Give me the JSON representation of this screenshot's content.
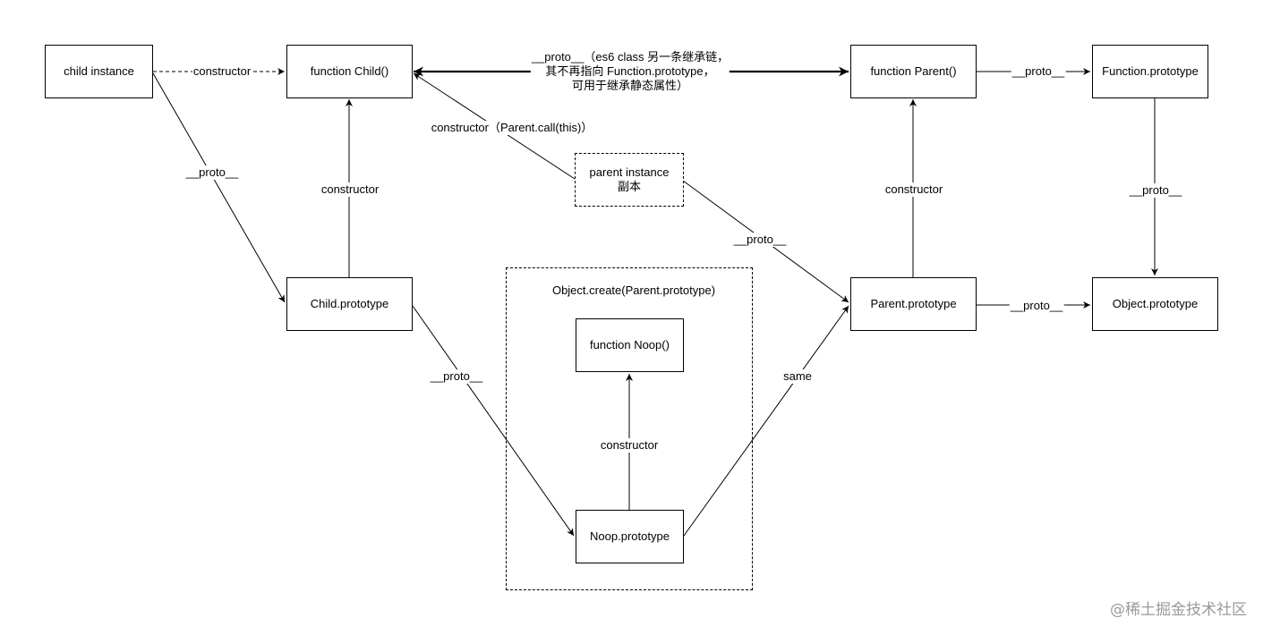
{
  "nodes": {
    "child_instance": "child instance",
    "function_child": "function Child()",
    "function_parent": "function Parent()",
    "function_prototype": "Function.prototype",
    "parent_instance_line1": "parent instance",
    "parent_instance_line2": "副本",
    "child_prototype": "Child.prototype",
    "parent_prototype": "Parent.prototype",
    "object_prototype": "Object.prototype",
    "function_noop": "function Noop()",
    "noop_prototype": "Noop.prototype"
  },
  "group": {
    "label": "Object.create(Parent.prototype)"
  },
  "edges": {
    "constructor_dashed": "constructor",
    "proto_child_parent_line1": "__proto__（es6 class 另一条继承链，",
    "proto_child_parent_line2": "其不再指向 Function.prototype，",
    "proto_child_parent_line3": "可用于继承静态属性）",
    "constructor_parent_call": "constructor（Parent.call(this)）",
    "proto_instance": "__proto__",
    "constructor_child_proto": "constructor",
    "proto_parent_instance": "__proto__",
    "constructor_parent_proto": "constructor",
    "proto_function_proto": "__proto__",
    "proto_parent_fn": "__proto__",
    "proto_parent_object": "__proto__",
    "proto_child_noop": "__proto__",
    "constructor_noop": "constructor",
    "same": "same"
  },
  "watermark": "@稀土掘金技术社区"
}
